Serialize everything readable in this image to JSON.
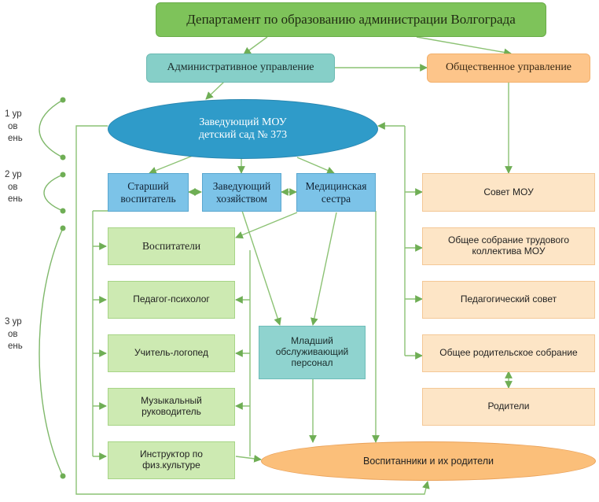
{
  "department": "Департамент по образованию администрации Волгограда",
  "admin": "Административное управление",
  "public": "Общественное управление",
  "head": {
    "line1": "Заведующий МОУ",
    "line2": "детский сад № 373"
  },
  "senior": "Старший воспитатель",
  "household": "Заведующий хозяйством",
  "medical": "Медицинская сестра",
  "educators": "Воспитатели",
  "psychologist": "Педагог-психолог",
  "speech": "Учитель-логопед",
  "music": "Музыкальный руководитель",
  "sport": "Инструктор по физ.культуре",
  "junior": "Младший обслуживающий персонал",
  "council": "Совет МОУ",
  "assembly": "Общее собрание трудового коллектива МОУ",
  "pedcouncil": "Педагогический совет",
  "parentmeeting": "Общее родительское собрание",
  "parents": "Родители",
  "pupils": "Воспитанники и их родители",
  "levels": {
    "l1": {
      "a": "1 ур",
      "b": "ов",
      "c": "ень"
    },
    "l2": {
      "a": "2 ур",
      "b": "ов",
      "c": "ень"
    },
    "l3": {
      "a": "3 ур",
      "b": "ов",
      "c": "ень"
    }
  },
  "colors": {
    "green": "#7ec35a",
    "teal": "#86cfc8",
    "orange": "#fdc58a",
    "blue": "#2f9bc9",
    "light_green": "#cdeab2",
    "light_orange": "#fde5c6",
    "line": "#7fb86a"
  }
}
